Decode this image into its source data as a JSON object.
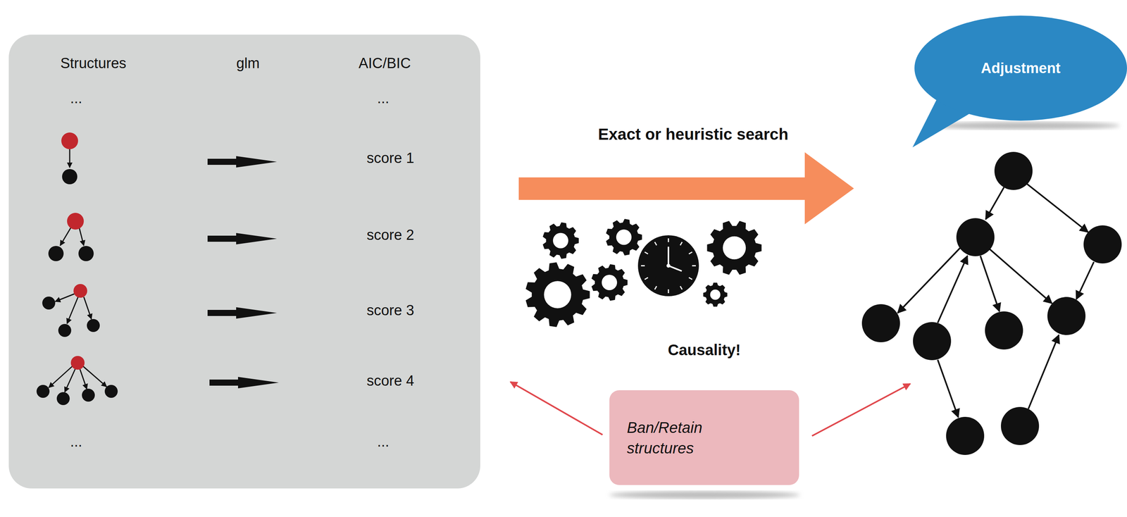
{
  "diagram": {
    "nodes": [
      {
        "text": [
          "Structures",
          "glm",
          "AIC/BIC"
        ]
      },
      {
        "text": [
          "Adjustment"
        ]
      },
      {
        "text": [
          "Ban/Retain structures"
        ]
      }
    ],
    "edges": [
      {
        "from": 2,
        "to": 0,
        "arrow": "to"
      }
    ],
    "labels": [
      "...",
      "...",
      "score 1",
      "score 2",
      "score 3",
      "score 4",
      "...",
      "...",
      "Exact or heuristic search",
      "Causality!"
    ]
  }
}
